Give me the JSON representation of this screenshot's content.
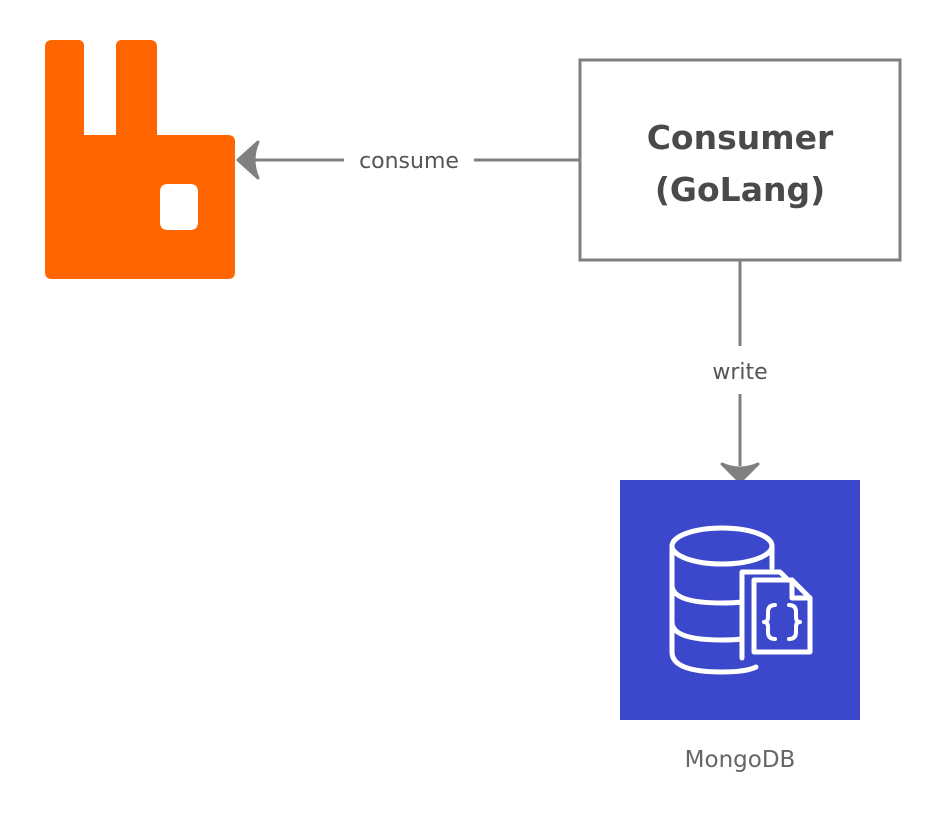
{
  "nodes": {
    "rabbitmq": {
      "icon": "rabbitmq-logo-icon",
      "color": "#ff6600"
    },
    "consumer": {
      "line1": "Consumer",
      "line2": "(GoLang)",
      "border_color": "#7f7f7f"
    },
    "mongodb": {
      "icon": "database-json-icon",
      "caption": "MongoDB",
      "color": "#3b48cc"
    }
  },
  "edges": {
    "consume": {
      "label": "consume",
      "from": "consumer",
      "to": "rabbitmq"
    },
    "write": {
      "label": "write",
      "from": "consumer",
      "to": "mongodb"
    }
  },
  "colors": {
    "arrow": "#808080"
  }
}
